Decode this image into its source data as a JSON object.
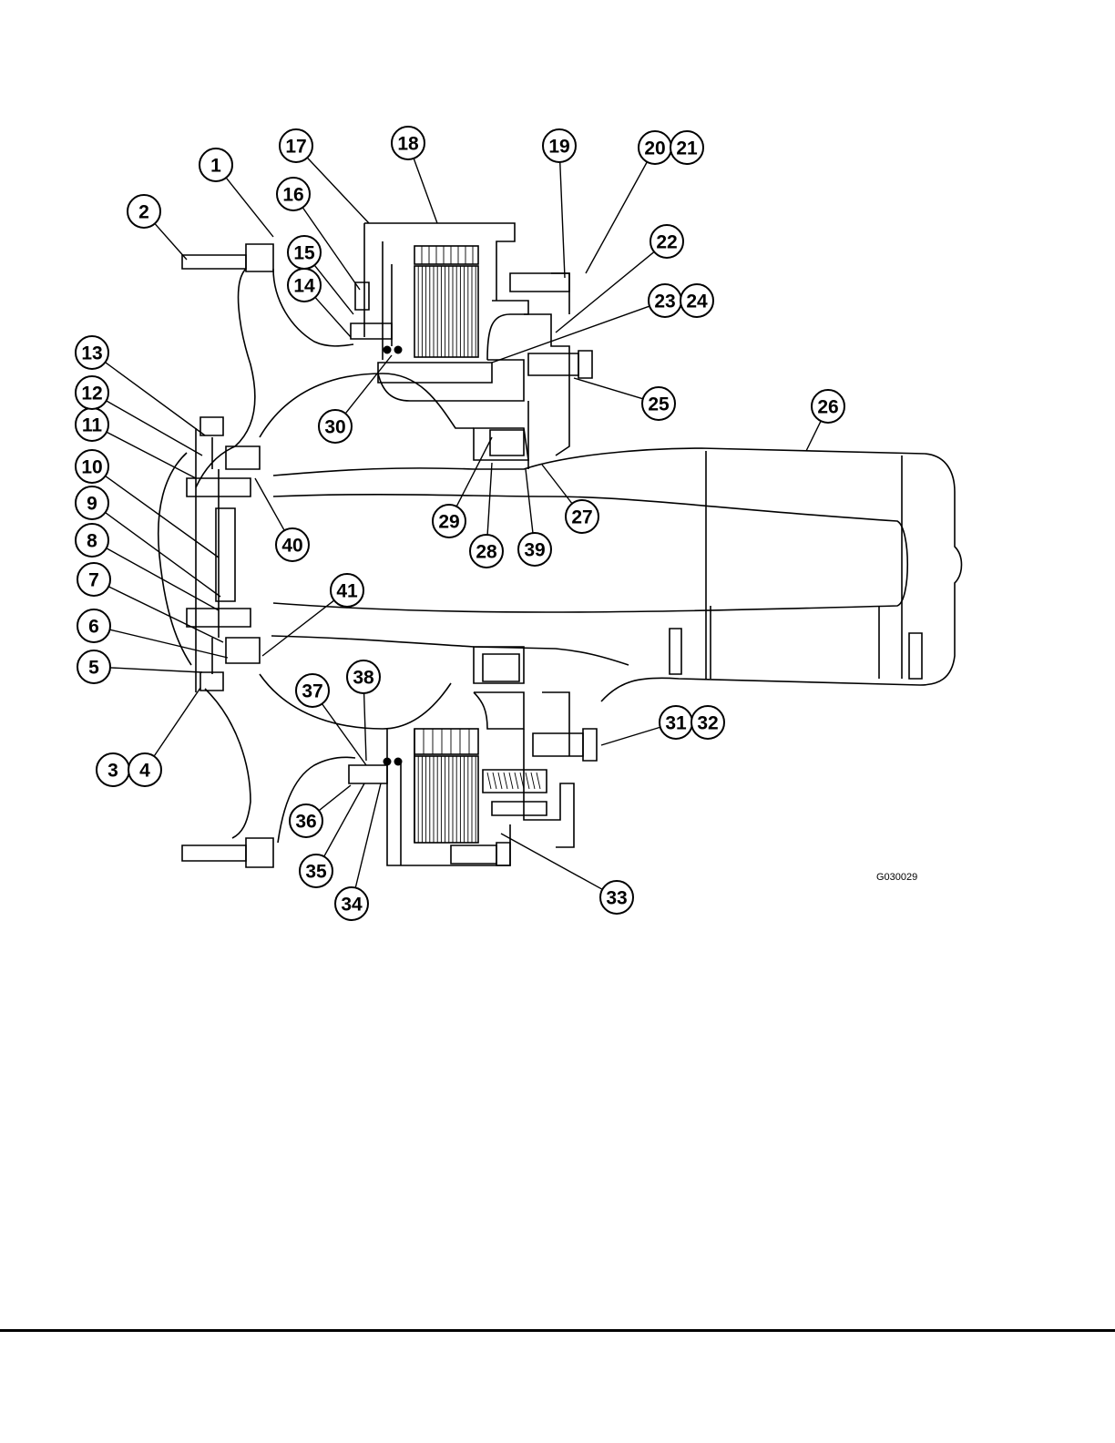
{
  "figure": {
    "id": "G030029",
    "callouts": [
      "1",
      "2",
      "3",
      "4",
      "5",
      "6",
      "7",
      "8",
      "9",
      "10",
      "11",
      "12",
      "13",
      "14",
      "15",
      "16",
      "17",
      "18",
      "19",
      "20",
      "21",
      "22",
      "23",
      "24",
      "25",
      "26",
      "27",
      "28",
      "29",
      "30",
      "31",
      "32",
      "33",
      "34",
      "35",
      "36",
      "37",
      "38",
      "39",
      "40",
      "41"
    ]
  },
  "colors": {
    "line": "#000000",
    "background": "#ffffff"
  }
}
